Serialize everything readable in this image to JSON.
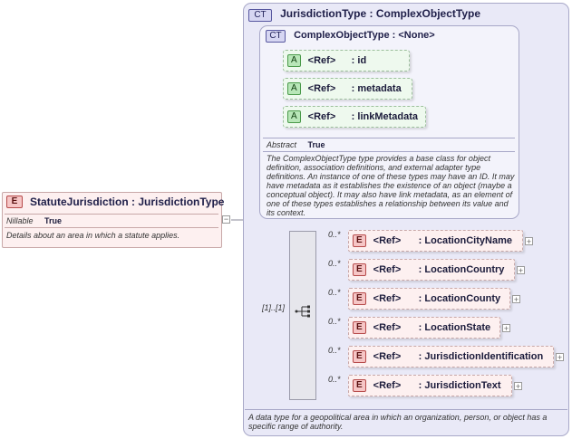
{
  "outer": {
    "badge": "CT",
    "title": "JurisdictionType : ComplexObjectType",
    "description": "A data type for a geopolitical area in which an organization, person, or object has a specific range of authority."
  },
  "inner": {
    "badge": "CT",
    "title": "ComplexObjectType : <None>",
    "attributes": [
      {
        "badge": "A",
        "ref": "<Ref>",
        "name": ": id"
      },
      {
        "badge": "A",
        "ref": "<Ref>",
        "name": ": metadata"
      },
      {
        "badge": "A",
        "ref": "<Ref>",
        "name": ": linkMetadata"
      }
    ],
    "abstract_label": "Abstract",
    "abstract_value": "True",
    "description": "The ComplexObjectType type provides a base class for object definition, association definitions, and external adapter type definitions. An instance of one of these types may have an ID. It may have metadata as it establishes the existence of an object (maybe a conceptual object). It may also have link metadata, as an element of one of these types establishes a relationship between its value and its context."
  },
  "sequence": {
    "occurrence": "[1]..[1]"
  },
  "elements": [
    {
      "badge": "E",
      "occ": "0..*",
      "ref": "<Ref>",
      "name": ": LocationCityName"
    },
    {
      "badge": "E",
      "occ": "0..*",
      "ref": "<Ref>",
      "name": ": LocationCountry"
    },
    {
      "badge": "E",
      "occ": "0..*",
      "ref": "<Ref>",
      "name": ": LocationCounty"
    },
    {
      "badge": "E",
      "occ": "0..*",
      "ref": "<Ref>",
      "name": ": LocationState"
    },
    {
      "badge": "E",
      "occ": "0..*",
      "ref": "<Ref>",
      "name": ": JurisdictionIdentification"
    },
    {
      "badge": "E",
      "occ": "0..*",
      "ref": "<Ref>",
      "name": ": JurisdictionText"
    }
  ],
  "root": {
    "badge": "E",
    "title": "StatuteJurisdiction : JurisdictionType",
    "nillable_label": "Nillable",
    "nillable_value": "True",
    "description": "Details about an area in which a statute applies."
  },
  "icons": {
    "expand": "+",
    "collapse": "−"
  }
}
